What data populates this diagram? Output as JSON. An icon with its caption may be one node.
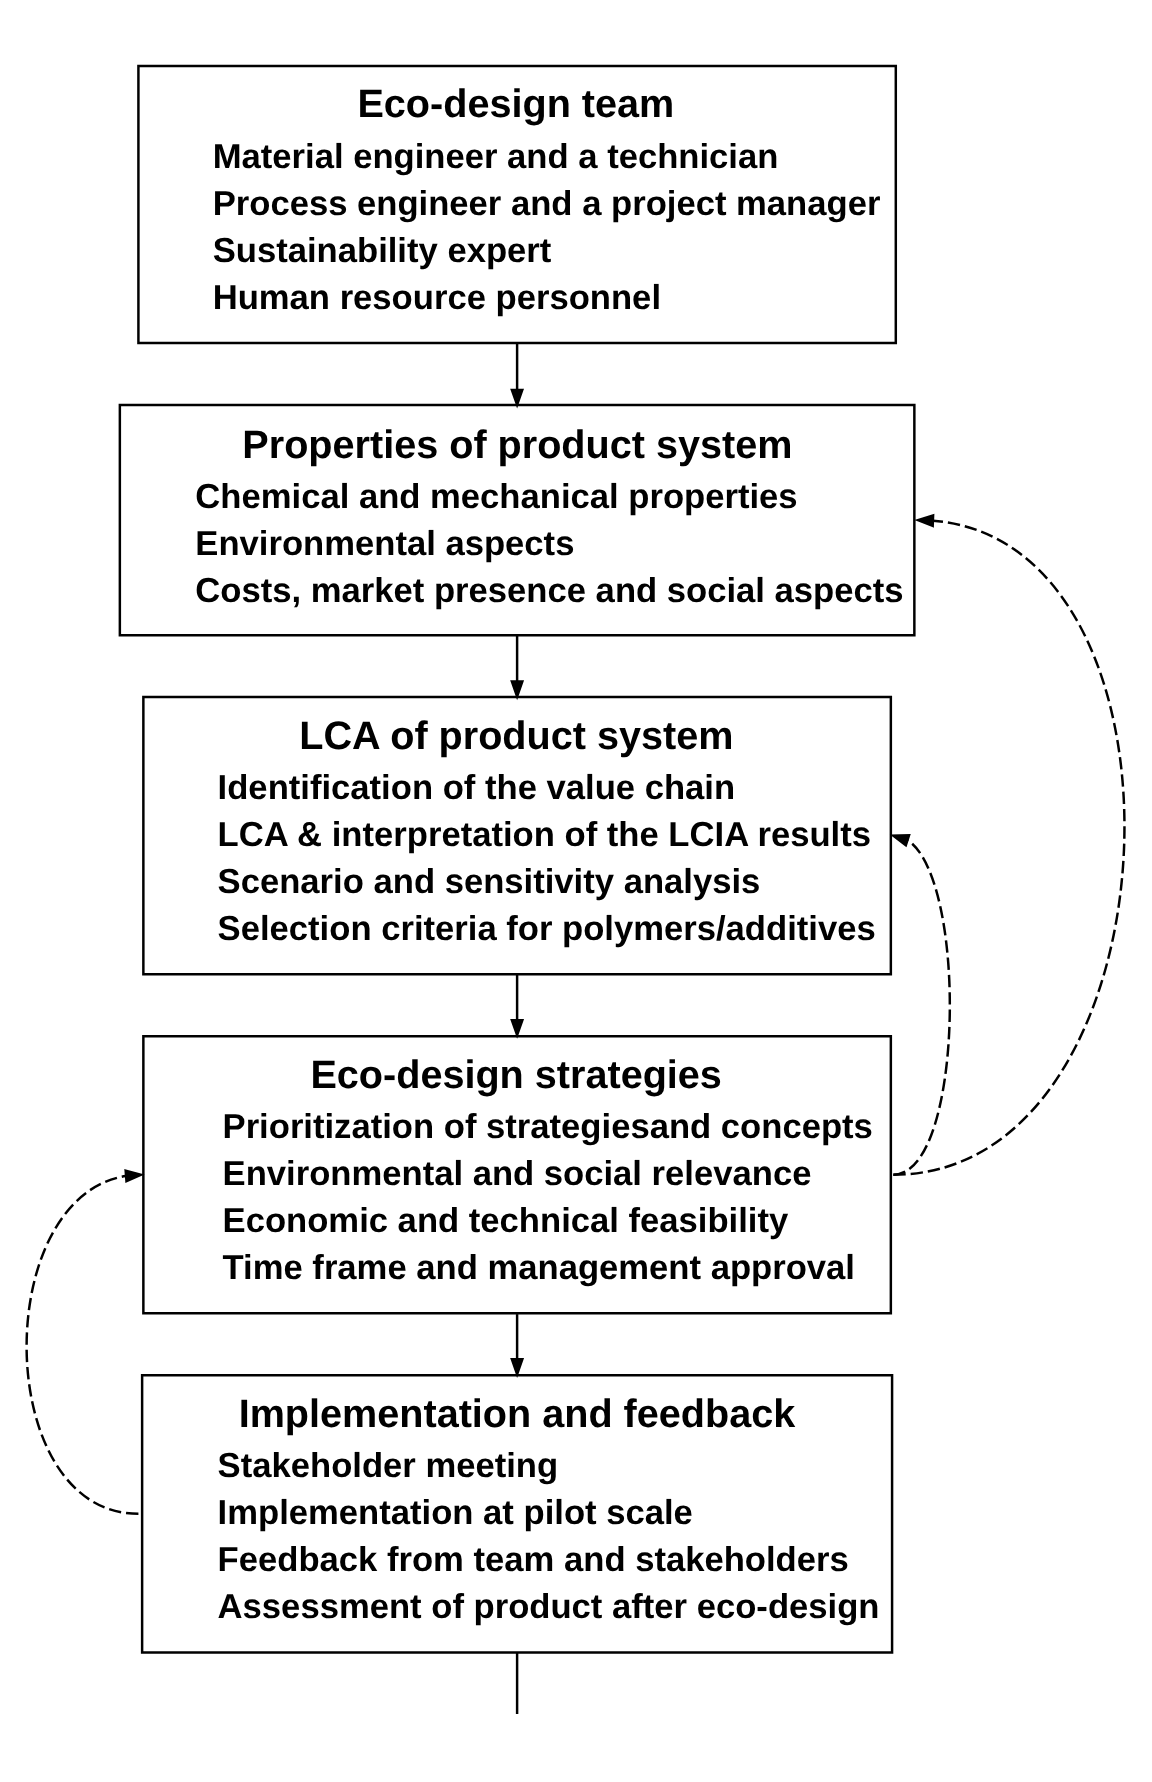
{
  "diagram": {
    "nodes": [
      {
        "text": [
          "Eco-design team",
          "Material engineer and a technician",
          "Process engineer and a project manager",
          "Sustainability expert",
          "Human resource personnel"
        ]
      },
      {
        "text": [
          "Properties of product system",
          "Chemical and mechanical properties",
          "Environmental aspects",
          "Costs, market presence and social aspects"
        ]
      },
      {
        "text": [
          "LCA of product system",
          "Identification of the value chain",
          "LCA & interpretation of the LCIA results",
          "Scenario and sensitivity analysis",
          "Selection criteria for polymers/additives"
        ]
      },
      {
        "text": [
          "Eco-design strategies",
          "Prioritization of strategiesand concepts",
          "Environmental and social relevance",
          "Economic and technical feasibility",
          "Time frame and management approval"
        ]
      },
      {
        "text": [
          "Implementation and feedback",
          "Stakeholder meeting",
          "Implementation at pilot scale",
          "Feedback from team and stakeholders",
          "Assessment of product after eco-design"
        ]
      }
    ],
    "edges": [
      {
        "from": 0,
        "to": 1,
        "arrow": "to"
      },
      {
        "from": 1,
        "to": 2,
        "arrow": "to"
      },
      {
        "from": 2,
        "to": 3,
        "arrow": "to"
      },
      {
        "from": 3,
        "to": 4,
        "arrow": "to"
      },
      {
        "from": 3,
        "to": 1,
        "arrow": "to",
        "style": "dashed"
      },
      {
        "from": 3,
        "to": 2,
        "arrow": "to",
        "style": "dashed"
      },
      {
        "from": 4,
        "to": 3,
        "arrow": "to",
        "style": "dashed"
      },
      {
        "from": 4,
        "to": null,
        "arrow": "none"
      }
    ]
  }
}
